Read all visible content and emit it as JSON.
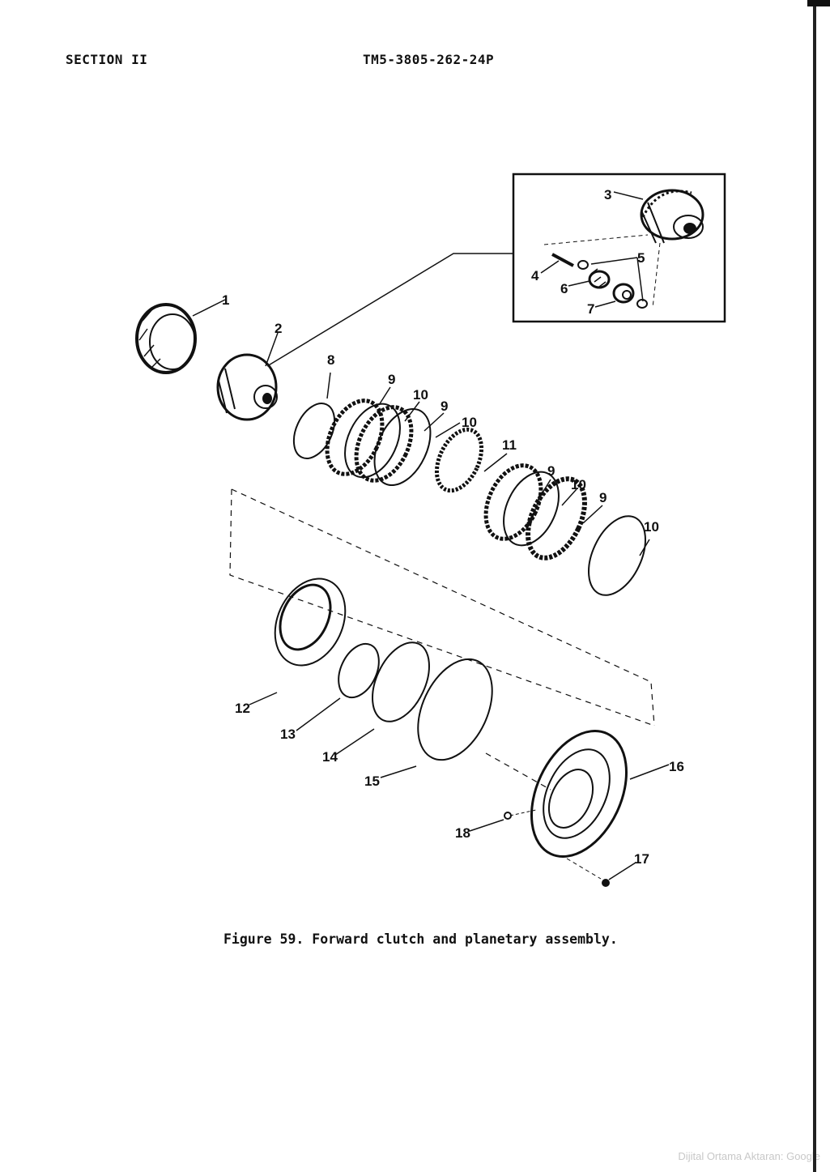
{
  "header": {
    "section": "SECTION II",
    "tm_number": "TM5-3805-262-24P"
  },
  "figure": {
    "callouts": {
      "c1": "1",
      "c2": "2",
      "c3": "3",
      "c4": "4",
      "c5": "5",
      "c6": "6",
      "c7": "7",
      "c8": "8",
      "c9a": "9",
      "c10a": "10",
      "c9b": "9",
      "c10b": "10",
      "c11": "11",
      "c9c": "9",
      "c10c": "10",
      "c9d": "9",
      "c10d": "10",
      "c12": "12",
      "c13": "13",
      "c14": "14",
      "c15": "15",
      "c16": "16",
      "c17": "17",
      "c18": "18"
    },
    "caption": "Figure 59. Forward clutch and planetary assembly."
  },
  "footer": {
    "watermark": "Dijital Ortama Aktaran: Google"
  }
}
